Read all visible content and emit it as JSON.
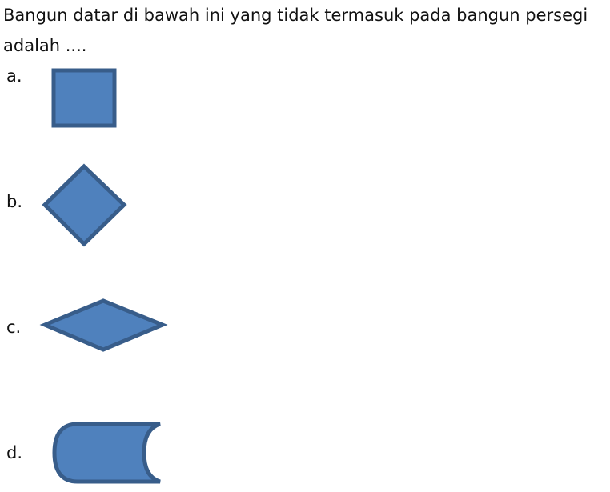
{
  "question": {
    "text": "Bangun datar di bawah ini yang tidak termasuk pada bangun persegi adalah ...."
  },
  "options": [
    {
      "label": "a.",
      "shape": "square"
    },
    {
      "label": "b.",
      "shape": "rotated-square"
    },
    {
      "label": "c.",
      "shape": "rhombus"
    },
    {
      "label": "d.",
      "shape": "flowchart-stored-data"
    }
  ],
  "colors": {
    "shape_fill": "#4f81bd",
    "shape_stroke": "#385d8a"
  }
}
